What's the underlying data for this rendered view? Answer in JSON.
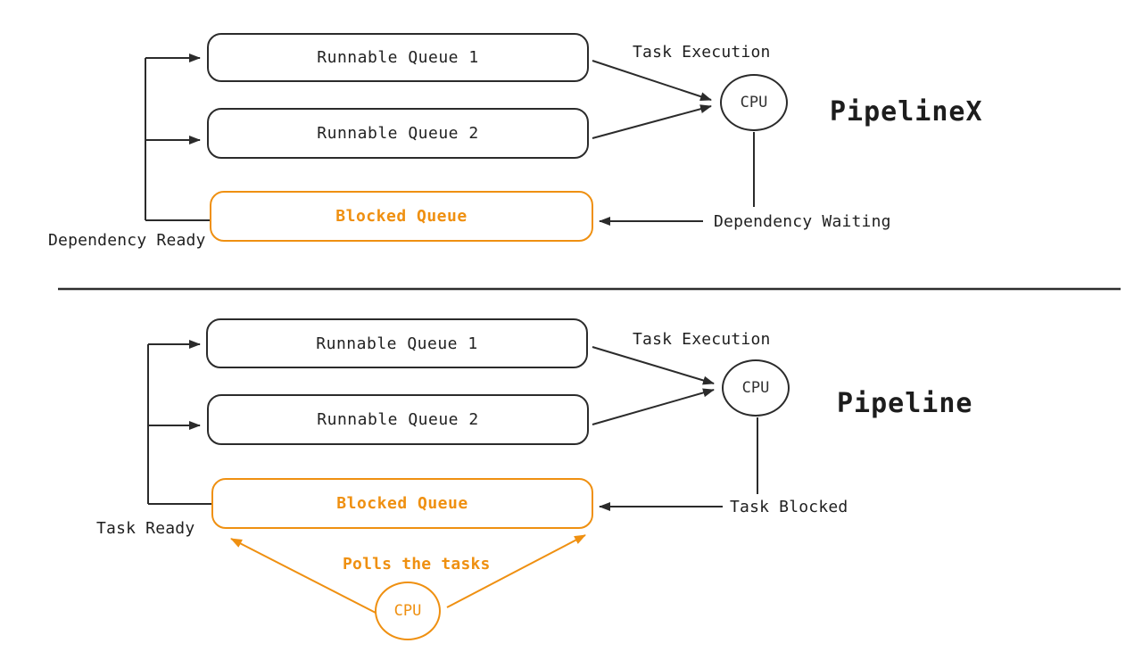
{
  "colors": {
    "line": "#2b2b2b",
    "text": "#1f1f1f",
    "accent_orange": "#EF9011",
    "background": "#ffffff"
  },
  "top": {
    "title": "PipelineX",
    "queue1": "Runnable Queue 1",
    "queue2": "Runnable Queue 2",
    "blocked_queue": "Blocked Queue",
    "cpu": "CPU",
    "task_execution": "Task Execution",
    "dependency_waiting": "Dependency Waiting",
    "dependency_ready": "Dependency Ready"
  },
  "bottom": {
    "title": "Pipeline",
    "queue1": "Runnable Queue 1",
    "queue2": "Runnable Queue 2",
    "blocked_queue": "Blocked Queue",
    "cpu": "CPU",
    "poller_cpu": "CPU",
    "task_execution": "Task Execution",
    "task_blocked": "Task Blocked",
    "task_ready": "Task Ready",
    "polls_the_tasks": "Polls the tasks"
  }
}
